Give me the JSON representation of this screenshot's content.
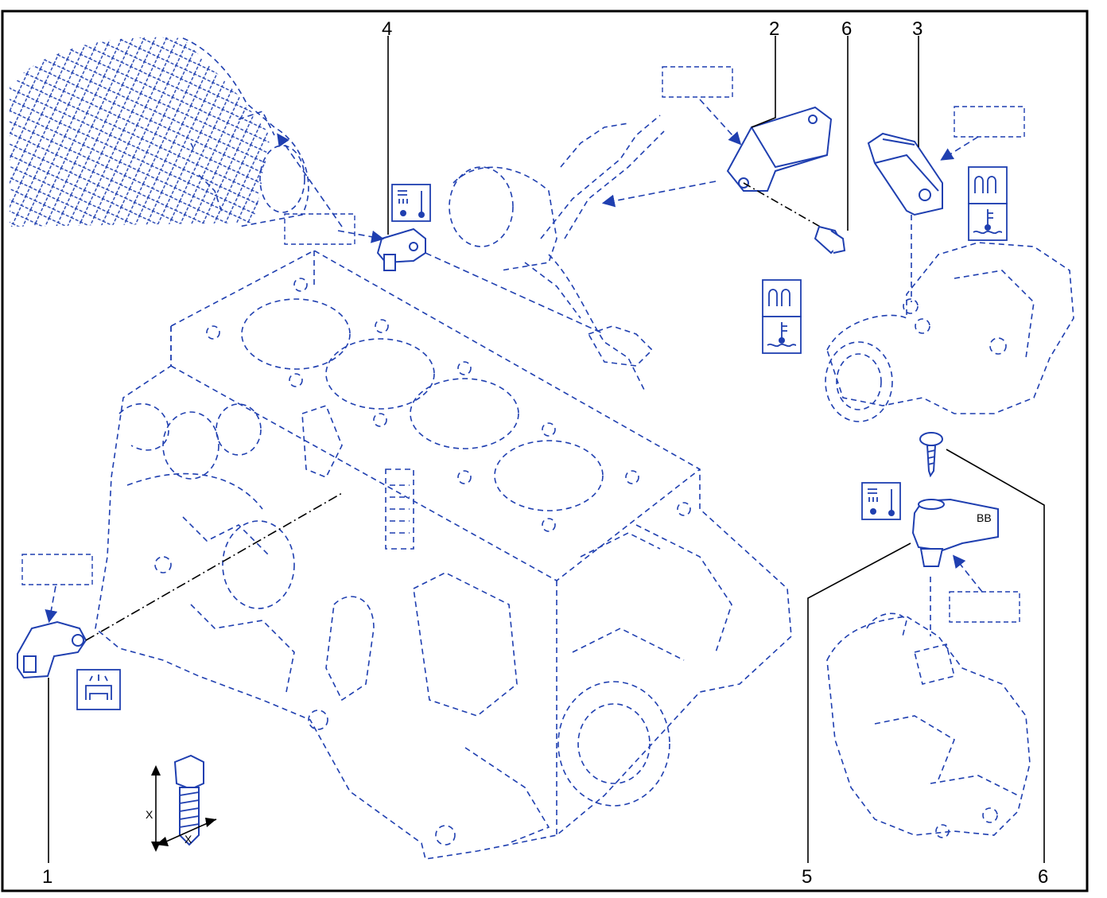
{
  "diagram": {
    "callouts": [
      {
        "id": "1",
        "label": "1"
      },
      {
        "id": "2",
        "label": "2"
      },
      {
        "id": "3",
        "label": "3"
      },
      {
        "id": "4",
        "label": "4"
      },
      {
        "id": "5",
        "label": "5"
      },
      {
        "id": "6a",
        "label": "6"
      },
      {
        "id": "6b",
        "label": "6"
      }
    ],
    "dimension_labels": {
      "x_vertical": "X",
      "x_horizontal": "X"
    },
    "text_marks": {
      "sensor5_marking": "BB"
    },
    "icons": [
      "coolant-temperature-icon",
      "glow-heater-icon",
      "knock-sensor-icon",
      "map-sensor-icon",
      "bolt-tightening-icon"
    ],
    "colors": {
      "line": "#1f3fb0",
      "frame": "#000000",
      "background": "#ffffff"
    }
  }
}
